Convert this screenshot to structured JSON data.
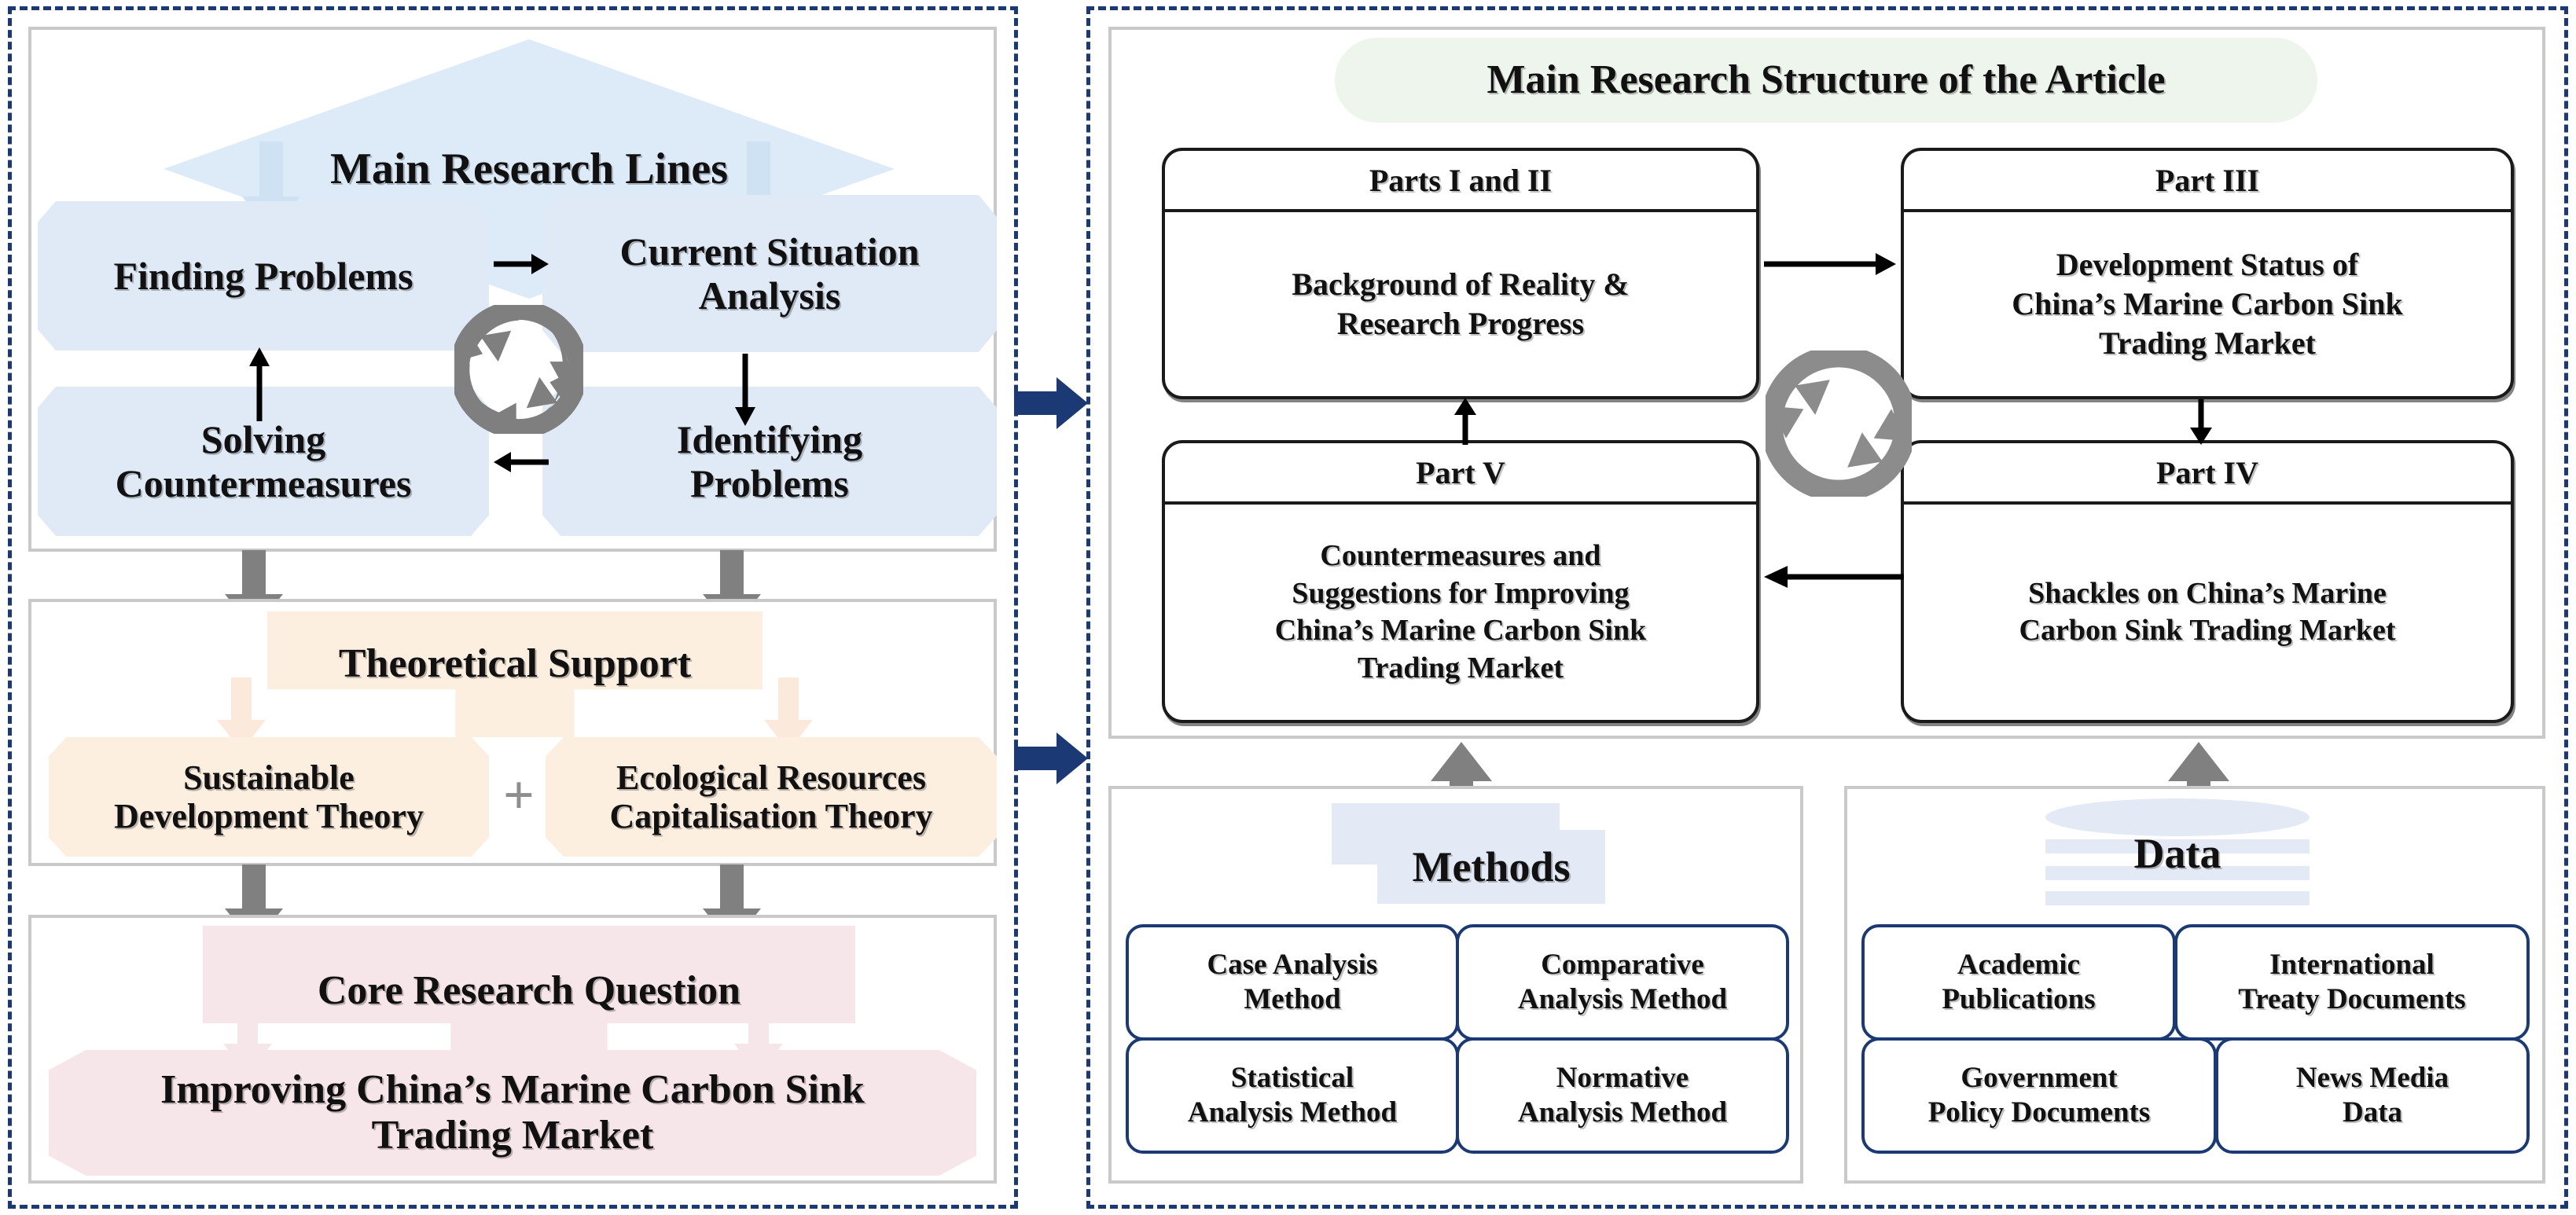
{
  "left": {
    "research_lines": {
      "title": "Main Research Lines"
    },
    "cycle_boxes": [
      {
        "label": "Finding Problems"
      },
      {
        "label": "Current Situation\nAnalysis"
      },
      {
        "label": "Solving\nCountermeasures"
      },
      {
        "label": "Identifying\nProblems"
      }
    ],
    "theory": {
      "title": "Theoretical Support",
      "items": [
        {
          "label": "Sustainable\nDevelopment Theory"
        },
        {
          "label": "Ecological Resources\nCapitalisation Theory"
        }
      ],
      "operator": "+"
    },
    "core": {
      "title": "Core Research Question",
      "statement": "Improving China’s Marine Carbon Sink\nTrading Market"
    }
  },
  "right": {
    "structure": {
      "title": "Main Research Structure of the Article",
      "parts": [
        {
          "head": "Parts I and II",
          "body": "Background of Reality &\nResearch Progress"
        },
        {
          "head": "Part III",
          "body": "Development Status of\nChina’s Marine Carbon Sink\nTrading Market"
        },
        {
          "head": "Part V",
          "body": "Countermeasures and\nSuggestions for Improving\nChina’s Marine Carbon Sink\nTrading Market"
        },
        {
          "head": "Part IV",
          "body": "Shackles on China’s Marine\nCarbon Sink Trading Market"
        }
      ]
    },
    "methods": {
      "title": "Methods",
      "items": [
        {
          "label": "Case Analysis\nMethod"
        },
        {
          "label": "Comparative\nAnalysis Method"
        },
        {
          "label": "Statistical\nAnalysis Method"
        },
        {
          "label": "Normative\nAnalysis Method"
        }
      ]
    },
    "data": {
      "title": "Data",
      "items": [
        {
          "label": "Academic\nPublications"
        },
        {
          "label": "International\nTreaty Documents"
        },
        {
          "label": "Government\nPolicy Documents"
        },
        {
          "label": "News Media\nData"
        }
      ]
    }
  },
  "icons": {
    "cycle": "recycle-cycle-icon",
    "database": "database-cylinder-icon",
    "stacked_pages": "stacked-pages-icon",
    "link_arrow": "navy-right-arrow-icon"
  },
  "colors": {
    "panel_dash": "#1b3a75",
    "blue_fill": "#dfeaf6",
    "cream_fill": "#fcefe0",
    "pink_fill": "#f7e6e9",
    "green_fill": "#eef5ec",
    "grey_arrow": "#808080",
    "navy": "#1b3a75"
  }
}
